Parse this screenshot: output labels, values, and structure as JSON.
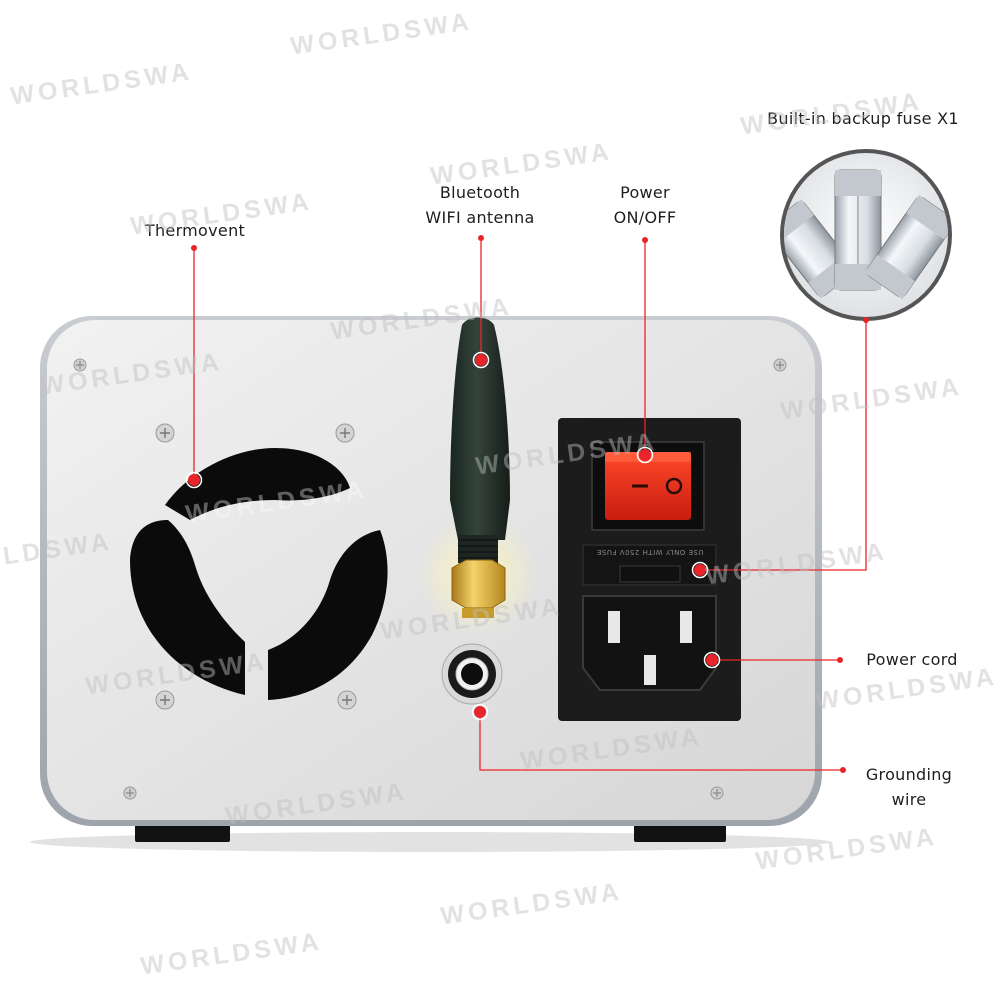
{
  "labels": {
    "thermovent": "Thermovent",
    "bluetooth_line1": "Bluetooth",
    "bluetooth_line2": "WIFI antenna",
    "power_line1": "Power",
    "power_line2": "ON/OFF",
    "fuse": "Built-in backup fuse X1",
    "power_cord": "Power cord",
    "grounding_line1": "Grounding",
    "grounding_line2": "wire"
  },
  "fuse_holder_text": "USE ONLY WITH 250V FUSE",
  "switch_symbols": {
    "on": "—",
    "off": "o"
  },
  "watermark": "WORLDSWA",
  "colors": {
    "callout_red": "#e8252b",
    "switch_red": "#e8301c",
    "panel_dark": "#1c1c1c"
  }
}
